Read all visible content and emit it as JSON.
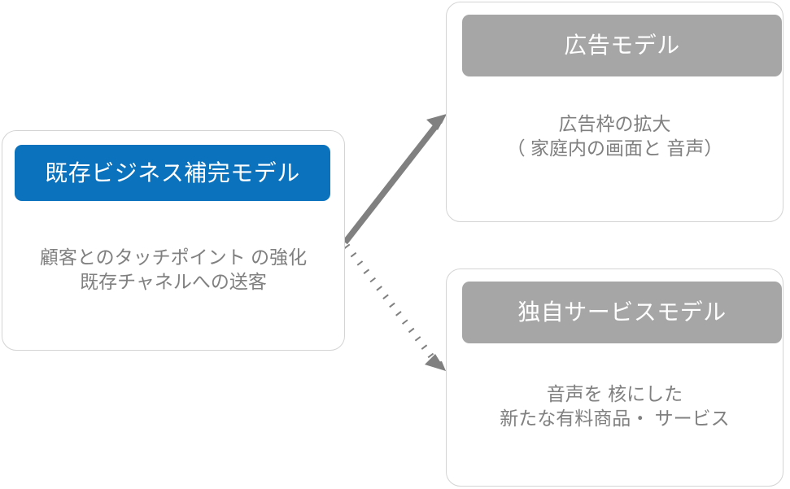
{
  "diagram": {
    "title": "",
    "colors": {
      "primary_blue": "#0b72bd",
      "header_gray": "#a6a6a6",
      "body_text_gray": "#808080",
      "card_border": "#d4d4d4",
      "connector_gray": "#808080",
      "card_background": "#ffffff"
    },
    "cards": [
      {
        "id": "existing-business-model",
        "header_label": "既存ビジネス補完モデル",
        "header_color": "#0b72bd",
        "body_lines": [
          "顧客とのタッチポイント の強化",
          "既存チャネルへの送客"
        ]
      },
      {
        "id": "advertising-model",
        "header_label": "広告モデル",
        "header_color": "#a6a6a6",
        "body_lines": [
          "広告枠の拡大",
          "（ 家庭内の画面と 音声）"
        ]
      },
      {
        "id": "original-service-model",
        "header_label": "独自サービスモデル",
        "header_color": "#a6a6a6",
        "body_lines": [
          "音声を 核にした",
          "新たな有料商品・ サービス"
        ]
      }
    ],
    "connectors": [
      {
        "id": "arrow-to-advertising-model",
        "style": "solid",
        "from": "existing-business-model",
        "to": "advertising-model",
        "color": "#808080"
      },
      {
        "id": "arrow-to-original-service-model",
        "style": "dotted",
        "from": "existing-business-model",
        "to": "original-service-model",
        "color": "#808080"
      }
    ]
  }
}
